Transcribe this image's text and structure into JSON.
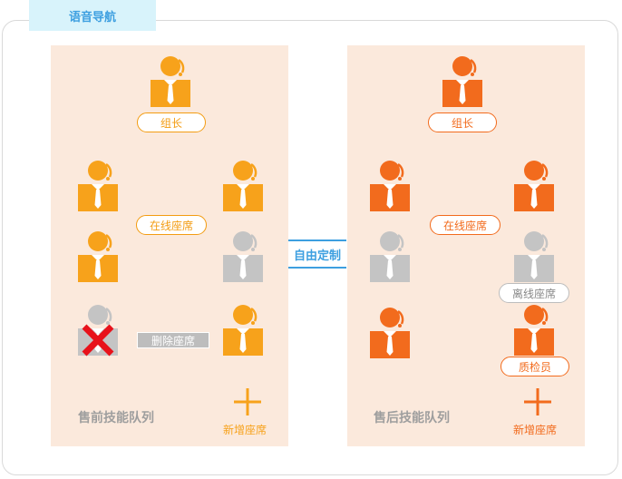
{
  "nav_tab": "语音导航",
  "center_label": "自由定制",
  "colors": {
    "left_agent": "#f7a21b",
    "right_agent": "#f26b1d",
    "inactive_agent": "#c4c4c4",
    "delete_mark": "#e8121b",
    "panel_bg": "#fbe9dc",
    "nav_blue": "#3d9fe0"
  },
  "left_panel": {
    "team_name": "售前技能队列",
    "leader_label": "组长",
    "online_label": "在线座席",
    "delete_label": "删除座席",
    "add_label": "新增座席"
  },
  "right_panel": {
    "team_name": "售后技能队列",
    "leader_label": "组长",
    "online_label": "在线座席",
    "offline_label": "离线座席",
    "qc_label": "质检员",
    "add_label": "新增座席"
  }
}
